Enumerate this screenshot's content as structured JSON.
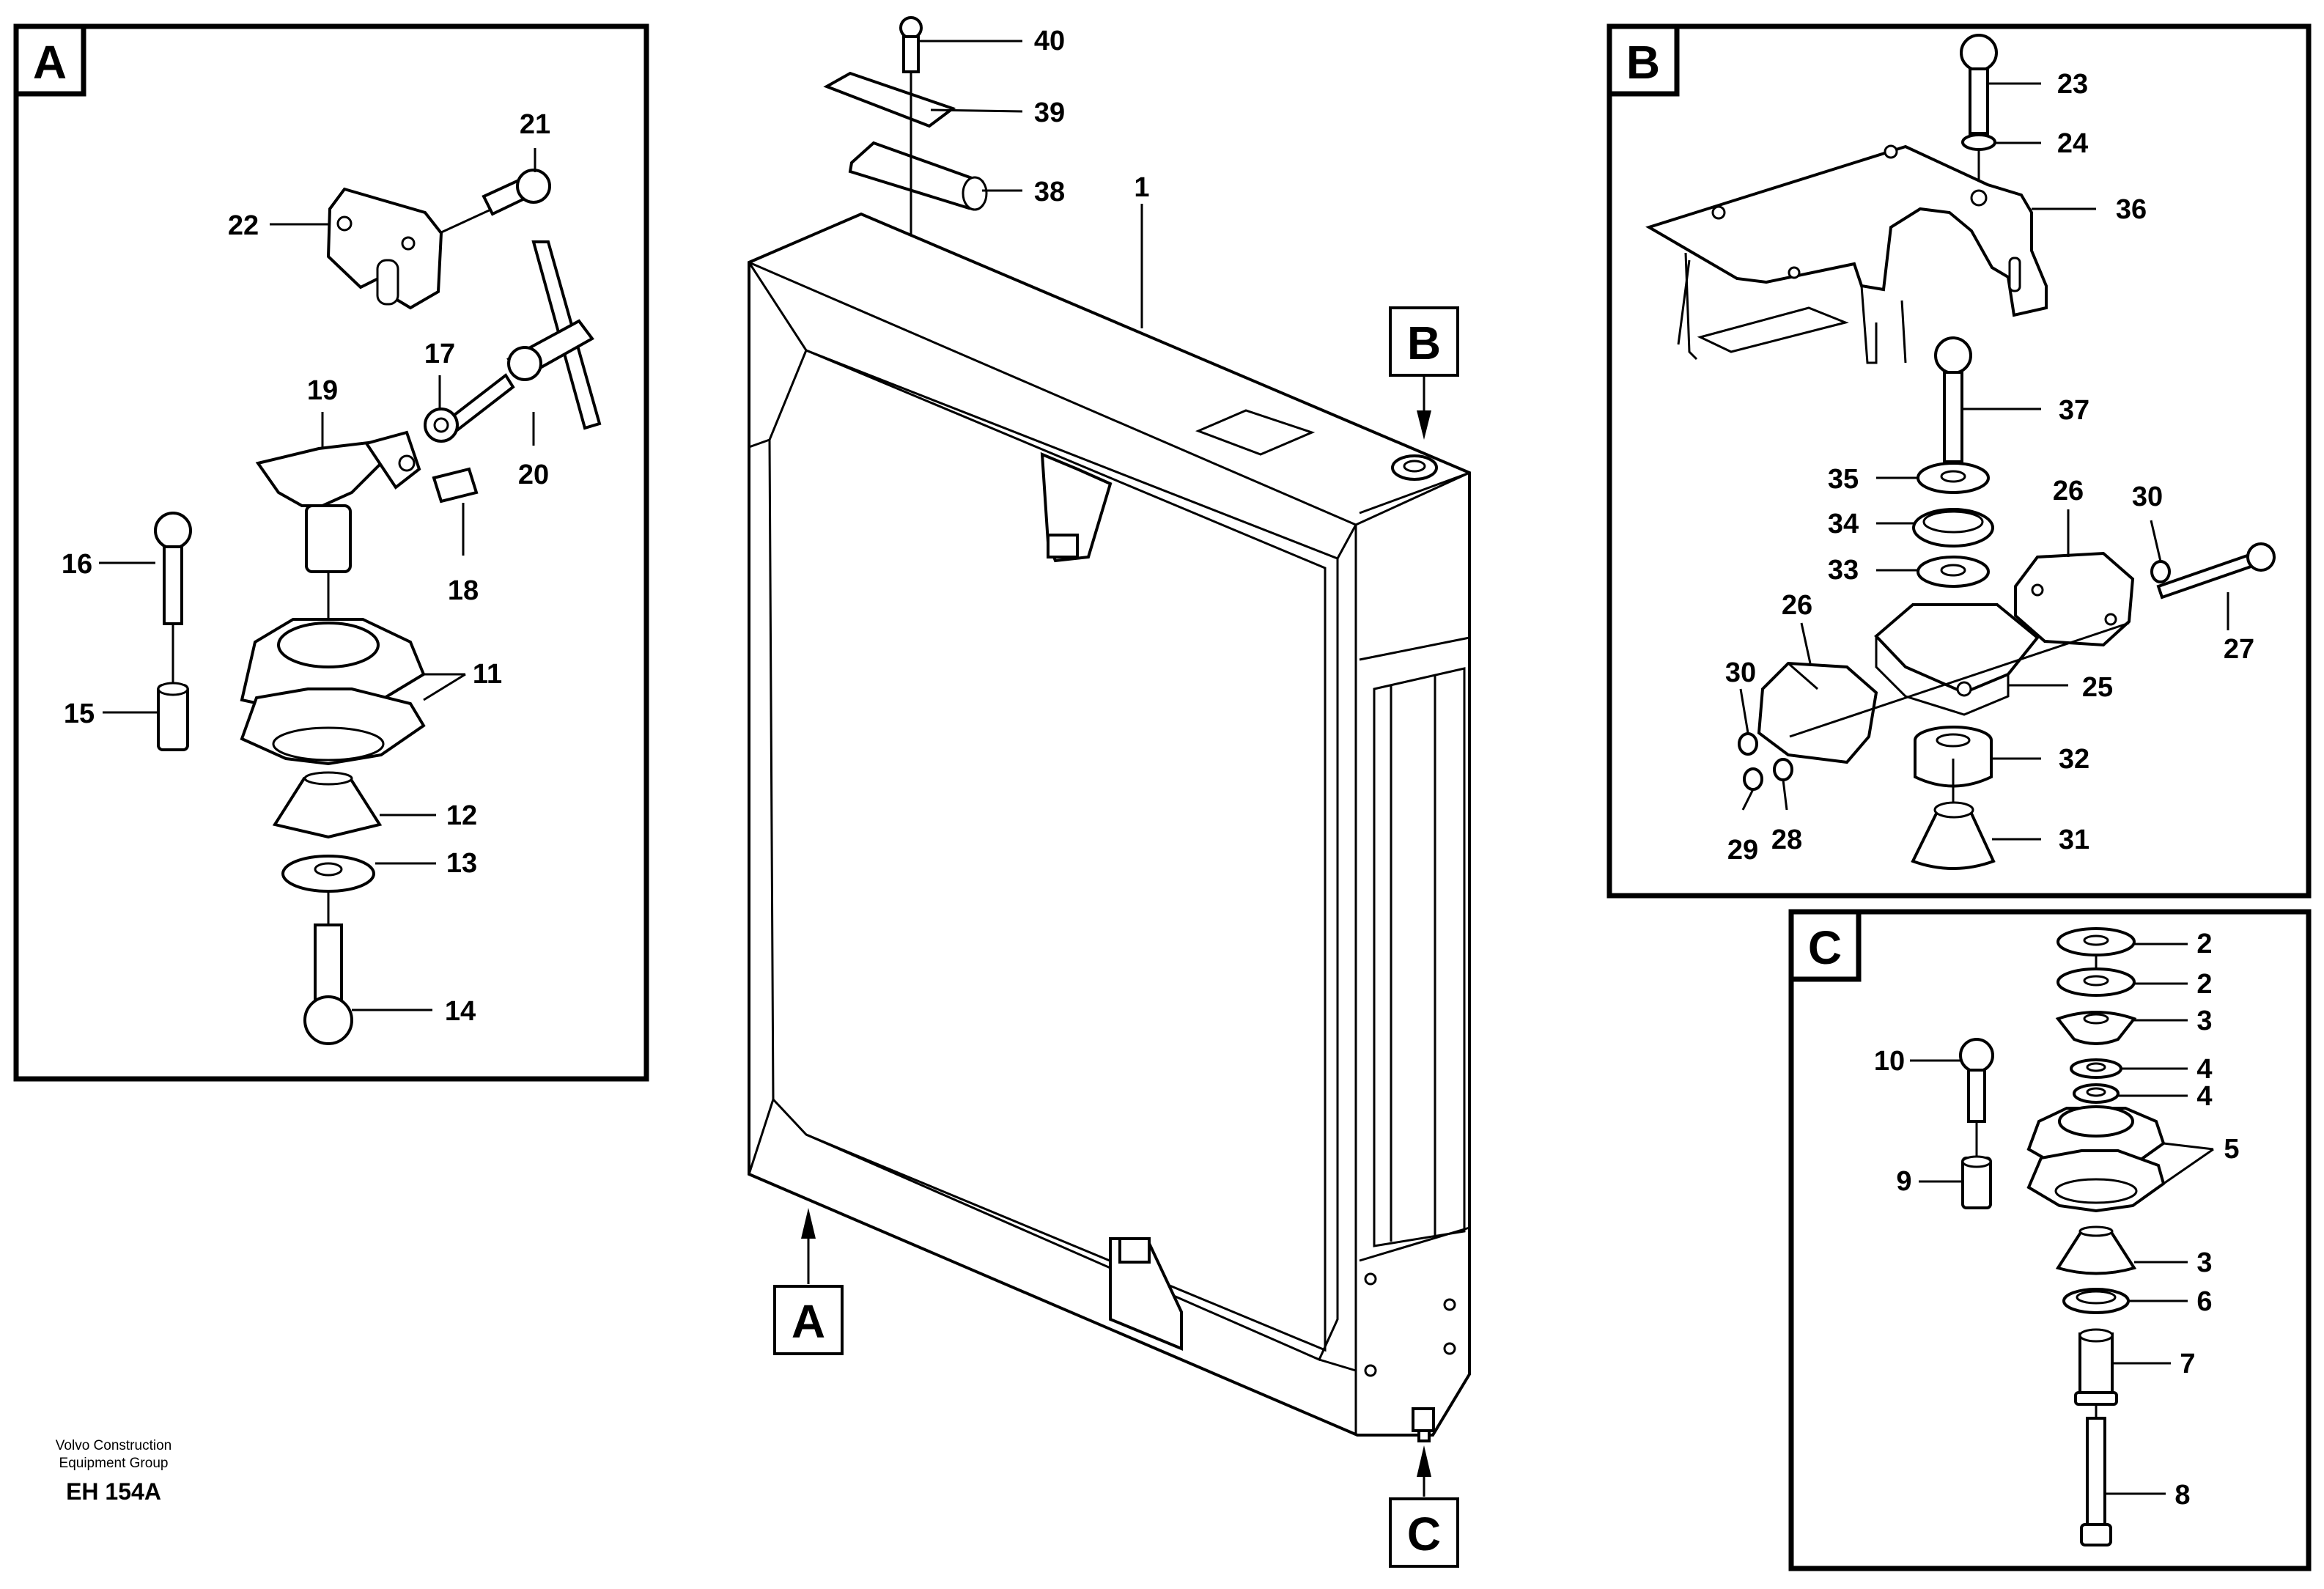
{
  "panels": {
    "a": {
      "letter": "A",
      "callouts": [
        "21",
        "22",
        "17",
        "19",
        "20",
        "18",
        "16",
        "11",
        "15",
        "12",
        "13",
        "14"
      ]
    },
    "b": {
      "letter": "B",
      "callouts": [
        "23",
        "24",
        "36",
        "37",
        "35",
        "34",
        "33",
        "26",
        "30",
        "25",
        "27",
        "26",
        "30",
        "32",
        "29",
        "28",
        "31"
      ]
    },
    "c": {
      "letter": "C",
      "callouts": [
        "2",
        "2",
        "3",
        "10",
        "4",
        "4",
        "5",
        "9",
        "3",
        "6",
        "7",
        "8"
      ]
    }
  },
  "main": {
    "callouts": [
      "40",
      "39",
      "38",
      "1"
    ],
    "view_markers": [
      "B",
      "A",
      "C"
    ]
  },
  "footer": {
    "line1": "Volvo Construction",
    "line2": "Equipment Group",
    "code": "EH 154A"
  }
}
